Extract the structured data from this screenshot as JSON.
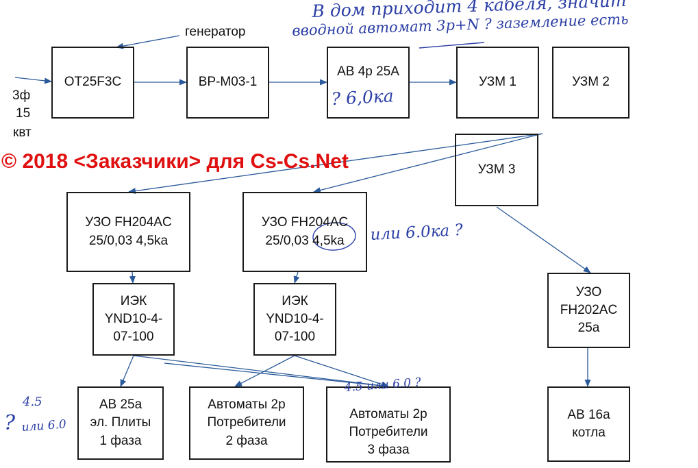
{
  "labels": {
    "generator": "генератор",
    "phase": "3ф",
    "power_value": "15",
    "power_unit": "квт"
  },
  "boxes": {
    "ot25f3c": "OT25F3C",
    "bpm03": "BP-M03-1",
    "ab4p": "АВ 4р 25А",
    "uzm1": "УЗМ 1",
    "uzm2": "УЗМ 2",
    "uzm3": "УЗМ 3",
    "uzo1": [
      "УЗО FH204AC",
      "25/0,03 4,5ka"
    ],
    "uzo2": [
      "УЗО FH204AC",
      "25/0,03 4,5ka"
    ],
    "uzo3": [
      "УЗО",
      "FH202AC",
      "25a"
    ],
    "iek1": [
      "ИЭК",
      "YND10-4-",
      "07-100"
    ],
    "iek2": [
      "ИЭК",
      "YND10-4-",
      "07-100"
    ],
    "av25": [
      "АВ 25а",
      "эл. Плиты",
      "1 фаза"
    ],
    "auto2p_2": [
      "Автоматы 2р",
      "Потребители",
      "2 фаза"
    ],
    "auto2p_3": [
      "Автоматы 2р",
      "Потребители",
      "3 фаза"
    ],
    "av16": [
      "АВ 16а",
      "котла"
    ]
  },
  "notes": {
    "top_line1": "В дом приходит 4 кабеля, значит",
    "top_line2": "вводной автомат 3р+N ? заземление есть",
    "ab_rating": "? 6,0ка",
    "uzo_alt": "или 6.0ка ?",
    "auto_alt": "4.5 или 6.0 ?",
    "left_q": "?",
    "left_45": "4.5",
    "left_60": "или 6.0"
  },
  "watermark": "© 2018 <Заказчики> для Cs-Cs.Net",
  "colors": {
    "ink": "#1a1a1a",
    "arrow": "#2a5a9a",
    "handwriting": "#2b3fa5",
    "watermark": "#e01010"
  }
}
